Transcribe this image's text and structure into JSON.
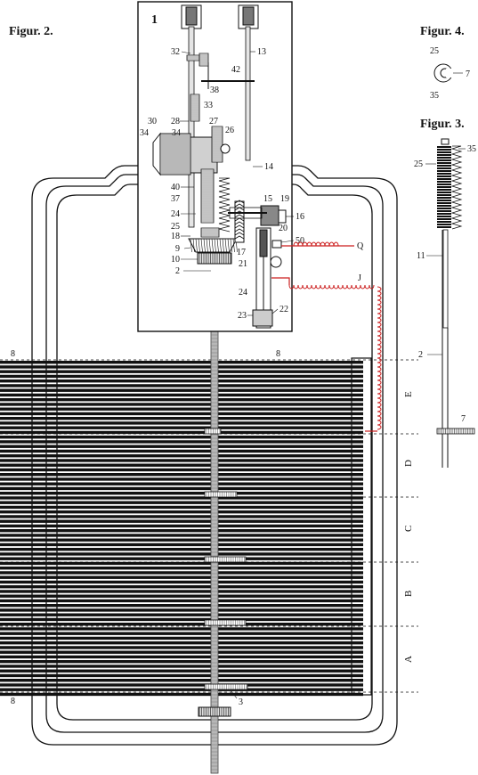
{
  "titles": {
    "fig2": "Figur. 2.",
    "fig3": "Figur. 3.",
    "fig4": "Figur. 4."
  },
  "mechanism": {
    "box_number": "1",
    "parts": {
      "p32": "32",
      "p13": "13",
      "p42": "42",
      "p38": "38",
      "p33": "33",
      "p28": "28",
      "p27": "27",
      "p26": "26",
      "p30": "30",
      "p34a": "34",
      "p34b": "34",
      "p14": "14",
      "p40": "40",
      "p37": "37",
      "p15": "15",
      "p19": "19",
      "p24a": "24",
      "p16": "16",
      "p25": "25",
      "p18": "18",
      "p20": "20",
      "p50": "50",
      "p9": "9",
      "p17": "17",
      "p10": "10",
      "p21": "21",
      "p2": "2",
      "p24b": "24",
      "p23": "23",
      "p22": "22"
    },
    "wire_labels": {
      "q": "Q",
      "j": "J"
    }
  },
  "stack": {
    "sections": [
      "E",
      "D",
      "C",
      "B",
      "A"
    ],
    "markers": {
      "tl": "8",
      "tm": "8",
      "bl": "8",
      "rod_bottom": "3"
    }
  },
  "figure3": {
    "p35": "35",
    "p25": "25",
    "p11": "11",
    "p2": "2",
    "p7": "7"
  },
  "figure4": {
    "p25": "25",
    "p7": "7",
    "p35": "35"
  },
  "colors": {
    "ink": "#111111",
    "wire": "#cc1f1f",
    "rod": "#b8b8b8"
  }
}
